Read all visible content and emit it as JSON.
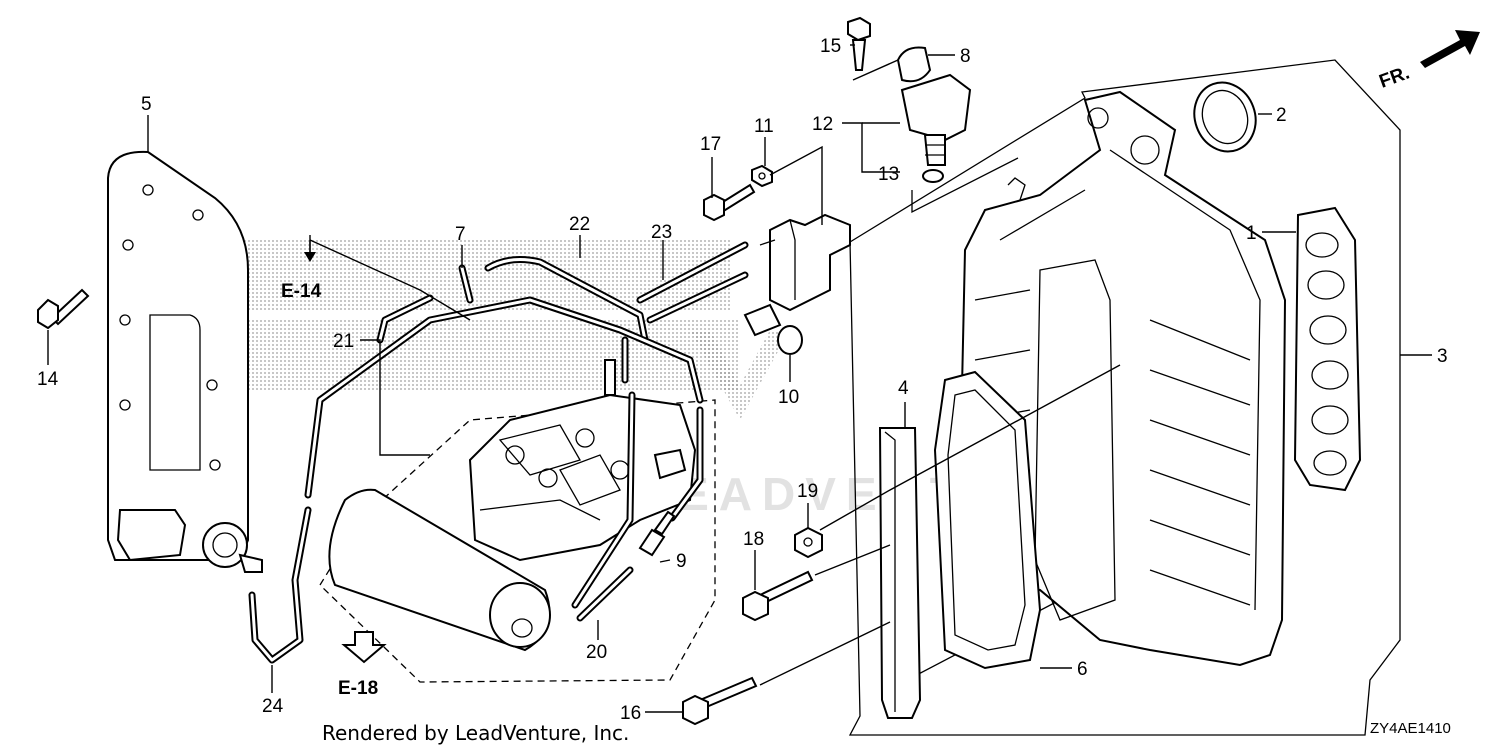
{
  "diagram": {
    "fr_label": "FR.",
    "ref_labels": [
      "E-14",
      "E-18"
    ],
    "watermark": "LEADVENTURE",
    "credit": "Rendered by LeadVenture, Inc.",
    "diagram_code": "ZY4AE1410",
    "callouts": [
      "1",
      "2",
      "3",
      "4",
      "5",
      "6",
      "7",
      "8",
      "9",
      "10",
      "11",
      "12",
      "13",
      "14",
      "15",
      "16",
      "17",
      "18",
      "19",
      "20",
      "21",
      "22",
      "23",
      "24"
    ]
  }
}
